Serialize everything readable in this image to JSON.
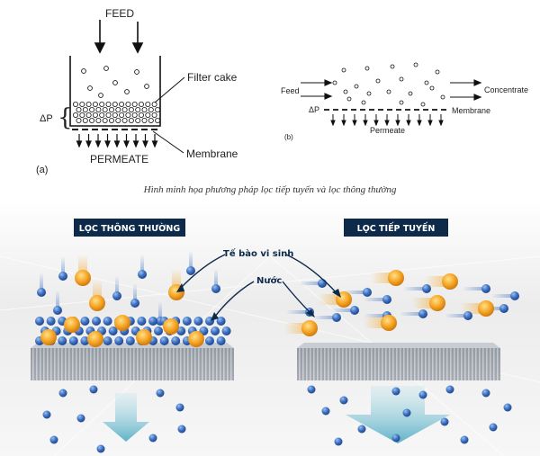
{
  "diagram_a": {
    "feed": "FEED",
    "filter_cake": "Filter cake",
    "delta_p": "ΔP",
    "membrane": "Membrane",
    "permeate": "PERMEATE",
    "panel_label": "(a)"
  },
  "diagram_b": {
    "feed": "Feed",
    "concentrate": "Concentrate",
    "delta_p": "ΔP",
    "membrane": "Membrane",
    "permeate": "Permeate",
    "panel_label": "(b)"
  },
  "caption": "Hình minh họa phương pháp lọc tiếp tuyến và lọc thông thường",
  "illustration": {
    "left_title": "LỌC THÔNG THƯỜNG",
    "right_title": "LỌC TIẾP TUYẾN",
    "cell_label": "Tế bào vi sinh",
    "water_label": "Nước"
  },
  "colors": {
    "banner": "#0d2a4a",
    "water": "#2f63b3",
    "cell": "#f0a020",
    "arrow": "#7cc3d6",
    "membrane": "#8a8f99"
  }
}
